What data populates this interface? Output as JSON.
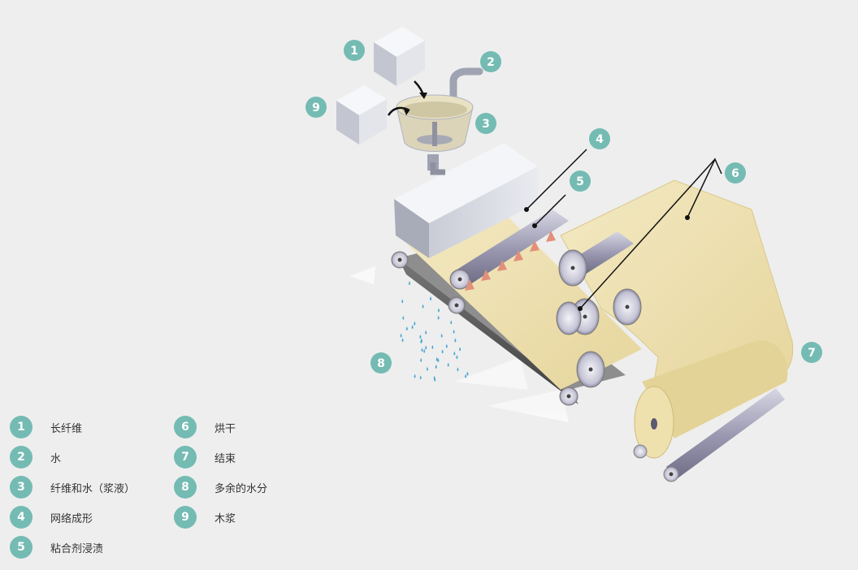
{
  "colors": {
    "background": "#eeeeee",
    "badge": "#74bbb3",
    "paper": "#efe3b4",
    "paper_dark": "#d9c88a",
    "roller": "#9a99b0",
    "belt": "#555555"
  },
  "callouts": [
    {
      "number": "1"
    },
    {
      "number": "2"
    },
    {
      "number": "3"
    },
    {
      "number": "4"
    },
    {
      "number": "5"
    },
    {
      "number": "6"
    },
    {
      "number": "7"
    },
    {
      "number": "8"
    },
    {
      "number": "9"
    }
  ],
  "legend": [
    {
      "number": "1",
      "label": "长纤维"
    },
    {
      "number": "2",
      "label": "水"
    },
    {
      "number": "3",
      "label": "纤维和水（浆液）"
    },
    {
      "number": "4",
      "label": "网络成形"
    },
    {
      "number": "5",
      "label": "粘合剂浸渍"
    },
    {
      "number": "6",
      "label": "烘干"
    },
    {
      "number": "7",
      "label": "结束"
    },
    {
      "number": "8",
      "label": "多余的水分"
    },
    {
      "number": "9",
      "label": "木浆"
    }
  ]
}
